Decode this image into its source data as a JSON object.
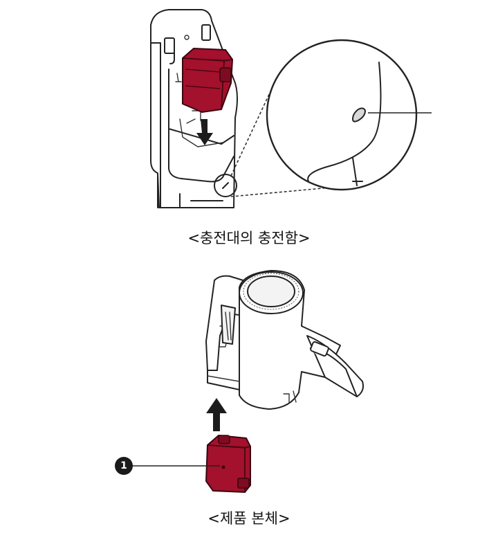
{
  "captions": {
    "top": "<충전대의 충전함>",
    "bottom": "<제품 본체>"
  },
  "callout": {
    "number": "1"
  },
  "colors": {
    "battery": "#a3112c",
    "outline": "#222222",
    "callout_badge": "#1a1a1a"
  },
  "icons": {
    "insert_arrow": "down-arrow-icon",
    "attach_arrow": "up-arrow-icon"
  }
}
